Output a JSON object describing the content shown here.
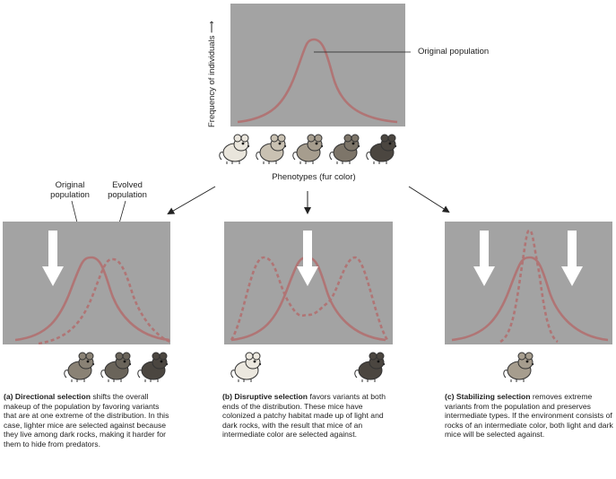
{
  "top": {
    "ylabel": "Frequency of individuals",
    "curve_label": "Original population",
    "xlabel": "Phenotypes (fur color)"
  },
  "panel_a": {
    "label_original": "Original population",
    "label_evolved": "Evolved population",
    "caption_tag": "(a)",
    "caption_title": "Directional selection",
    "caption_text": "shifts the overall makeup of the population by favoring variants that are at one extreme of the distribution. In this case, lighter mice are selected against because they live among dark rocks, making it harder for them to hide from predators."
  },
  "panel_b": {
    "caption_tag": "(b)",
    "caption_title": "Disruptive selection",
    "caption_text": "favors variants at both ends of the distribution. These mice have colonized a patchy habitat made up of light and dark rocks, with the result that mice of an intermediate color are selected against."
  },
  "panel_c": {
    "caption_tag": "(c)",
    "caption_title": "Stabilizing selection",
    "caption_text": "removes extreme variants from the population and preserves intermediate types. If the environment consists of rocks of an intermediate color, both light and dark mice will be selected against."
  },
  "colors": {
    "panel_bg": "#a3a3a3",
    "curve": "#b07575",
    "arrow": "#ffffff"
  },
  "mice": {
    "top_row": [
      "#e9e5dc",
      "#c9c1b2",
      "#a69d8e",
      "#7d7569",
      "#4b4640"
    ],
    "panel_a": [
      "#8a8275",
      "#6a645a",
      "#4b4640"
    ],
    "panel_b": [
      "#ece8df",
      "#4b4640"
    ],
    "panel_c": [
      "#a69d8e"
    ]
  }
}
